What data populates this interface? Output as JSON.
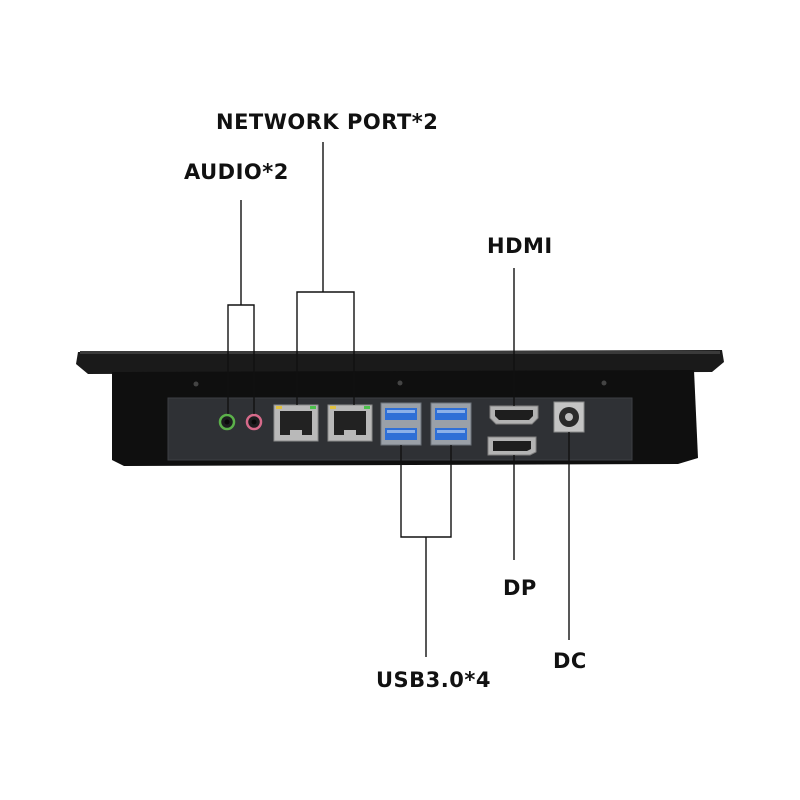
{
  "labels": {
    "network": "NETWORK PORT*2",
    "audio": "AUDIO*2",
    "hdmi": "HDMI",
    "dp": "DP",
    "usb": "USB3.0*4",
    "dc": "DC"
  },
  "colors": {
    "bezel": "#1a1a1a",
    "bezel_edge": "#2c2c2c",
    "chassis": "#0f0f0f",
    "panel": "#2f3135",
    "usb_blue": "#2f6fd6",
    "audio_green": "#5bb04a",
    "audio_pink": "#d66a8a",
    "leader": "#111111"
  }
}
